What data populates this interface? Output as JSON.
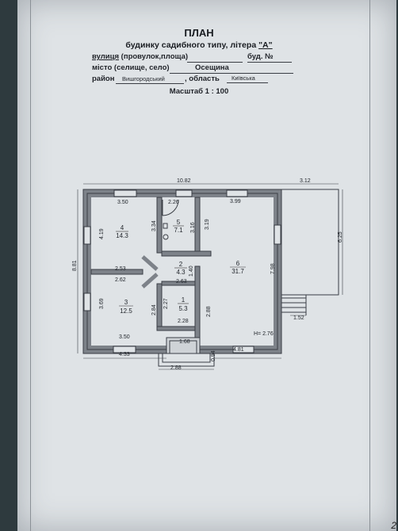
{
  "header": {
    "title": "ПЛАН",
    "subtitle_prefix": "будинку садибного типу, літера ",
    "subtitle_letter": "\"А\"",
    "street_label": "вулиця",
    "street_rest": " (провулок,площа)",
    "house_label": "буд. №",
    "city_label": "місто (селище, село)",
    "city_value": "Осещина",
    "district_label": "район",
    "district_value": "Вишгородський",
    "region_label": ", область",
    "region_value": "Київська",
    "scale": "Масштаб 1 : 100"
  },
  "dimensions": {
    "overall_width": "10.82",
    "overall_height": "8.81",
    "terrace_width": "3.12",
    "terrace_height": "6.25",
    "top_room4": "3.50",
    "top_room5": "2.26",
    "top_room6": "3.99",
    "left_room4": "4.19",
    "room5_left": "3.34",
    "room5_right": "3.16",
    "room6_left": "3.19",
    "room4_bottom": "2.53",
    "room3_top": "2.62",
    "corridor_width": "2.63",
    "corridor_height": "1.40",
    "room6_right": "7.98",
    "room3_left": "3.69",
    "room3_right": "2.84",
    "room1_left": "2.27",
    "room1_right": "2.88",
    "room1_bottom": "2.28",
    "room3_bottom": "3.50",
    "porch_width": "1.68",
    "porch_depth": "0.94",
    "porch_outer": "2.88",
    "bottom_left": "4.33",
    "bottom_right": "4.81",
    "ceiling_height": "H= 2.76",
    "steps_width": "1.52"
  },
  "rooms": [
    {
      "number": "4",
      "area": "14.3"
    },
    {
      "number": "5",
      "area": "7.1"
    },
    {
      "number": "6",
      "area": "31.7"
    },
    {
      "number": "2",
      "area": "4.3"
    },
    {
      "number": "3",
      "area": "12.5"
    },
    {
      "number": "1",
      "area": "5.3"
    }
  ],
  "page_corner": "2"
}
